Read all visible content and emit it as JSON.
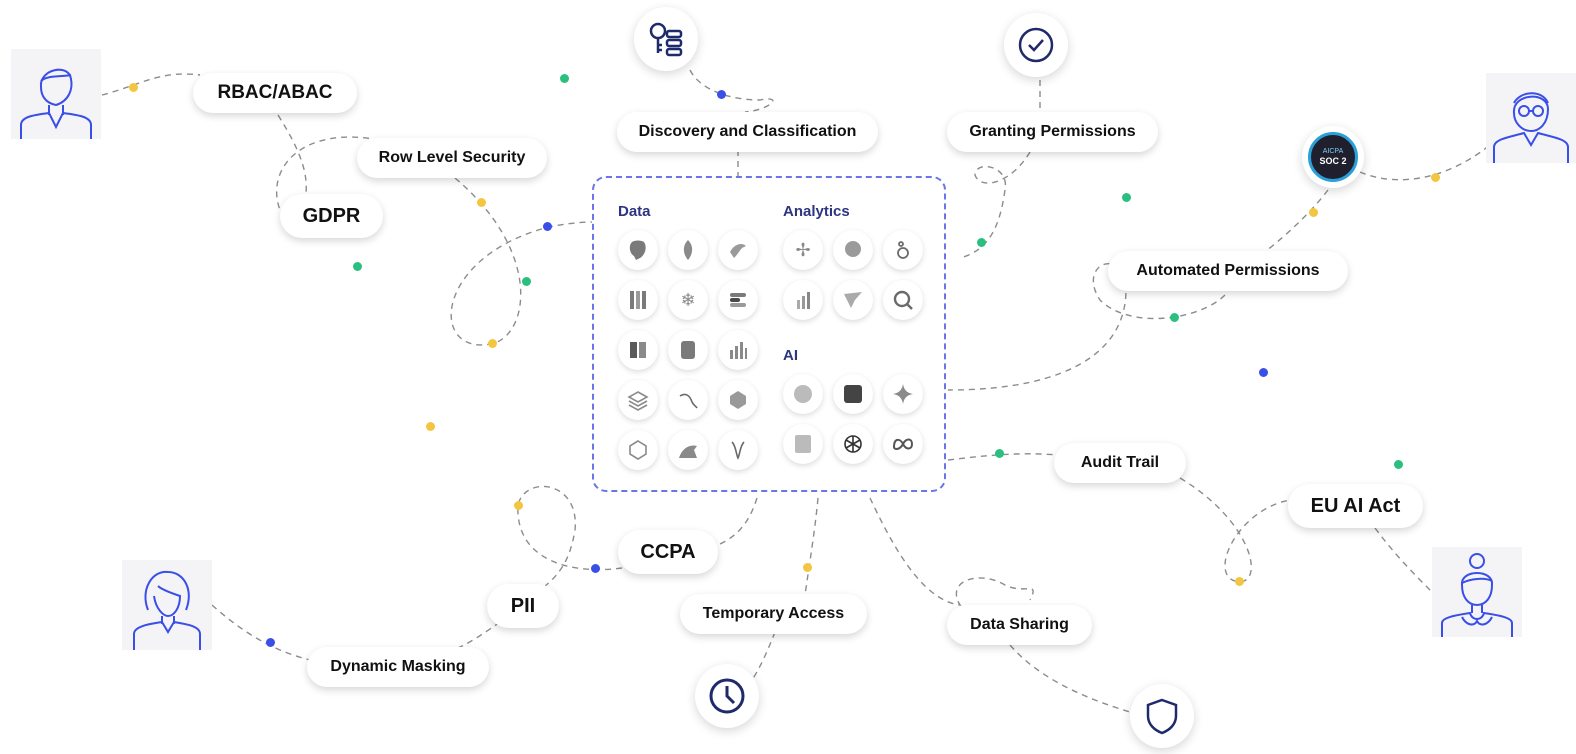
{
  "labels": {
    "rbac": "RBAC/ABAC",
    "row_level": "Row Level Security",
    "gdpr": "GDPR",
    "discovery": "Discovery and Classification",
    "granting": "Granting Permissions",
    "automated": "Automated Permissions",
    "audit": "Audit Trail",
    "eu_ai_act": "EU AI Act",
    "ccpa": "CCPA",
    "pii": "PII",
    "dynamic_masking": "Dynamic Masking",
    "temporary_access": "Temporary Access",
    "data_sharing": "Data Sharing"
  },
  "hub": {
    "data_title": "Data",
    "analytics_title": "Analytics",
    "ai_title": "AI",
    "data_icons": [
      "postgres-icon",
      "mongodb-icon",
      "mysql-dolphin-icon",
      "redshift-icon",
      "snowflake-icon",
      "elastic-icon",
      "s3-icon",
      "database-icon",
      "bars-icon",
      "layers-icon",
      "mariadb-icon",
      "bigquery-icon",
      "stack-icon",
      "seal-icon",
      "cockroach-icon"
    ],
    "analytics_icons": [
      "tableau-icon",
      "looker-chat-icon",
      "looker-icon",
      "powerbi-icon",
      "hummingbird-icon",
      "qlik-icon"
    ],
    "ai_icons": [
      "huggingface-icon",
      "chip-icon",
      "gemini-icon",
      "document-icon",
      "openai-icon",
      "meta-icon"
    ]
  },
  "badge": {
    "top": "AICPA",
    "main": "SOC 2"
  },
  "colors": {
    "accent_navy": "#1f2a6b",
    "dash_blue": "#6b74e8",
    "dot_yellow": "#f3c640",
    "dot_green": "#2bbf7f",
    "dot_blue": "#3a4ee8"
  }
}
